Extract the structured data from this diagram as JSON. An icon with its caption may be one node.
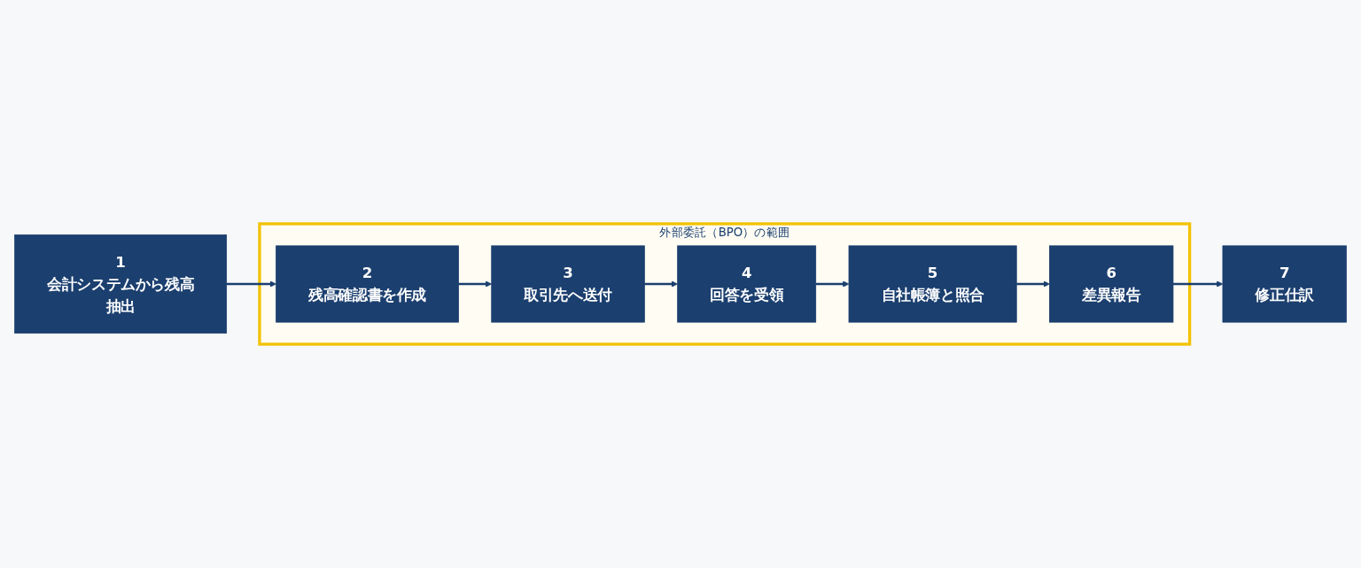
{
  "diagram": {
    "nodes": [
      {
        "text": [
          "1",
          "会計システムから残高抽出"
        ]
      },
      {
        "text": [
          "外部委託（BPO）の範囲"
        ]
      },
      {
        "text": [
          "2",
          "残高確認書を作成"
        ],
        "in": 1
      },
      {
        "text": [
          "3",
          "取引先へ送付"
        ],
        "in": 1
      },
      {
        "text": [
          "4",
          "回答を受領"
        ],
        "in": 1
      },
      {
        "text": [
          "5",
          "自社帳簿と照合"
        ],
        "in": 1
      },
      {
        "text": [
          "6",
          "差異報告"
        ],
        "in": 1
      },
      {
        "text": [
          "7",
          "修正仕訳"
        ]
      }
    ],
    "edges": [
      {
        "from": 0,
        "to": 2,
        "arrow": "to"
      },
      {
        "from": 2,
        "to": 3,
        "arrow": "to"
      },
      {
        "from": 3,
        "to": 4,
        "arrow": "to"
      },
      {
        "from": 4,
        "to": 5,
        "arrow": "to"
      },
      {
        "from": 5,
        "to": 6,
        "arrow": "to"
      },
      {
        "from": 6,
        "to": 7,
        "arrow": "to"
      }
    ]
  }
}
